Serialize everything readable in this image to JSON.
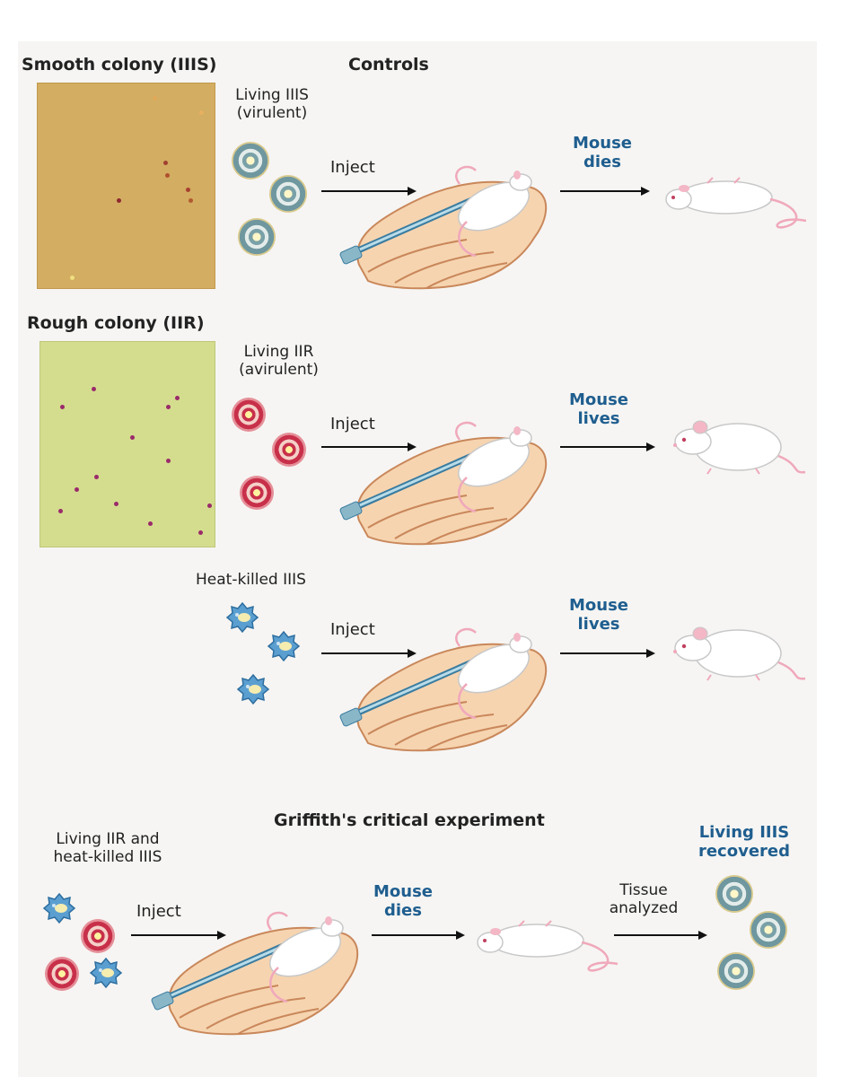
{
  "title": "Griffith's transformation experiment",
  "controls_heading": "Controls",
  "smooth": {
    "label": "Smooth colony (IIIS)",
    "bacteria_label_line1": "Living IIIS",
    "bacteria_label_line2": "(virulent)",
    "action": "Inject",
    "outcome_line1": "Mouse",
    "outcome_line2": "dies"
  },
  "rough": {
    "label": "Rough colony (IIR)",
    "bacteria_label_line1": "Living IIR",
    "bacteria_label_line2": "(avirulent)",
    "action": "Inject",
    "outcome_line1": "Mouse",
    "outcome_line2": "lives"
  },
  "heat_killed": {
    "bacteria_label": "Heat-killed IIIS",
    "action": "Inject",
    "outcome_line1": "Mouse",
    "outcome_line2": "lives"
  },
  "critical": {
    "heading": "Griffith's critical experiment",
    "bacteria_label_line1": "Living IIR and",
    "bacteria_label_line2": "heat-killed IIIS",
    "action": "Inject",
    "outcome_line1": "Mouse",
    "outcome_line2": "dies",
    "analysis_line1": "Tissue",
    "analysis_line2": "analyzed",
    "result_line1": "Living IIIS",
    "result_line2": "recovered"
  },
  "colors": {
    "panel_background": "#f6f5f3",
    "outcome_text": "#1f5e8f",
    "smooth_colony": "#d2ad62",
    "rough_colony": "#d4dd8e",
    "smooth_cell": "#7aa1a8",
    "rough_cell": "#c8304a",
    "heat_killed_cell": "#5b9fd0"
  }
}
